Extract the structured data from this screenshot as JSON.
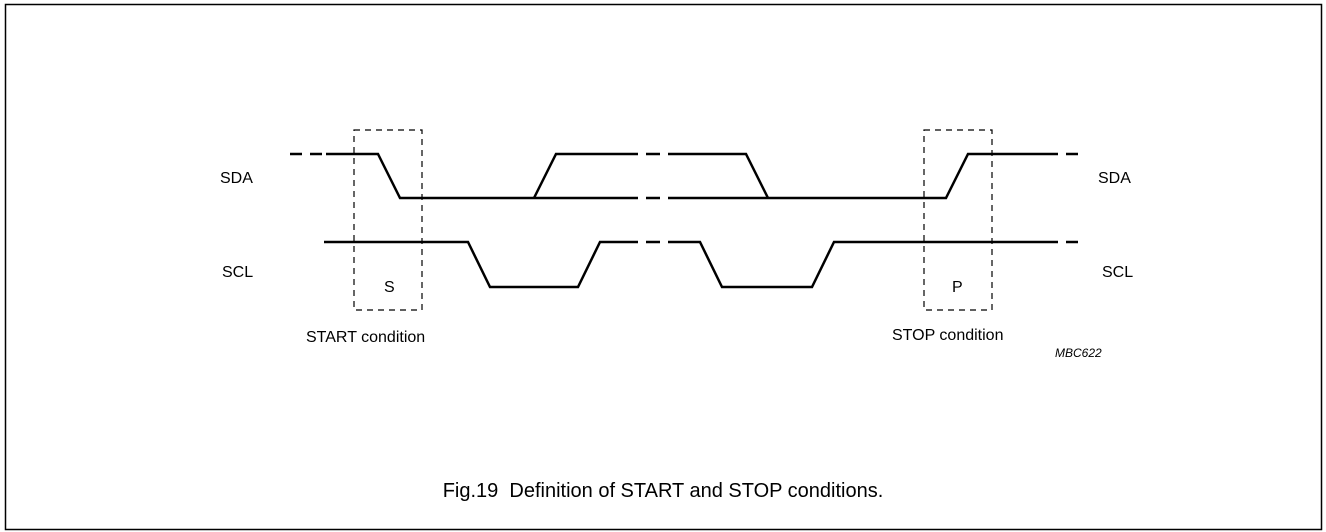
{
  "diagram": {
    "labels": {
      "sda_left": "SDA",
      "sda_right": "SDA",
      "scl_left": "SCL",
      "scl_right": "SCL",
      "start_symbol": "S",
      "stop_symbol": "P",
      "start_condition": "START condition",
      "stop_condition": "STOP condition",
      "figure_code": "MBC622"
    },
    "caption": "Fig.19  Definition of START and STOP conditions.",
    "colors": {
      "line": "#000000",
      "frame": "#000000",
      "background": "#ffffff"
    }
  }
}
